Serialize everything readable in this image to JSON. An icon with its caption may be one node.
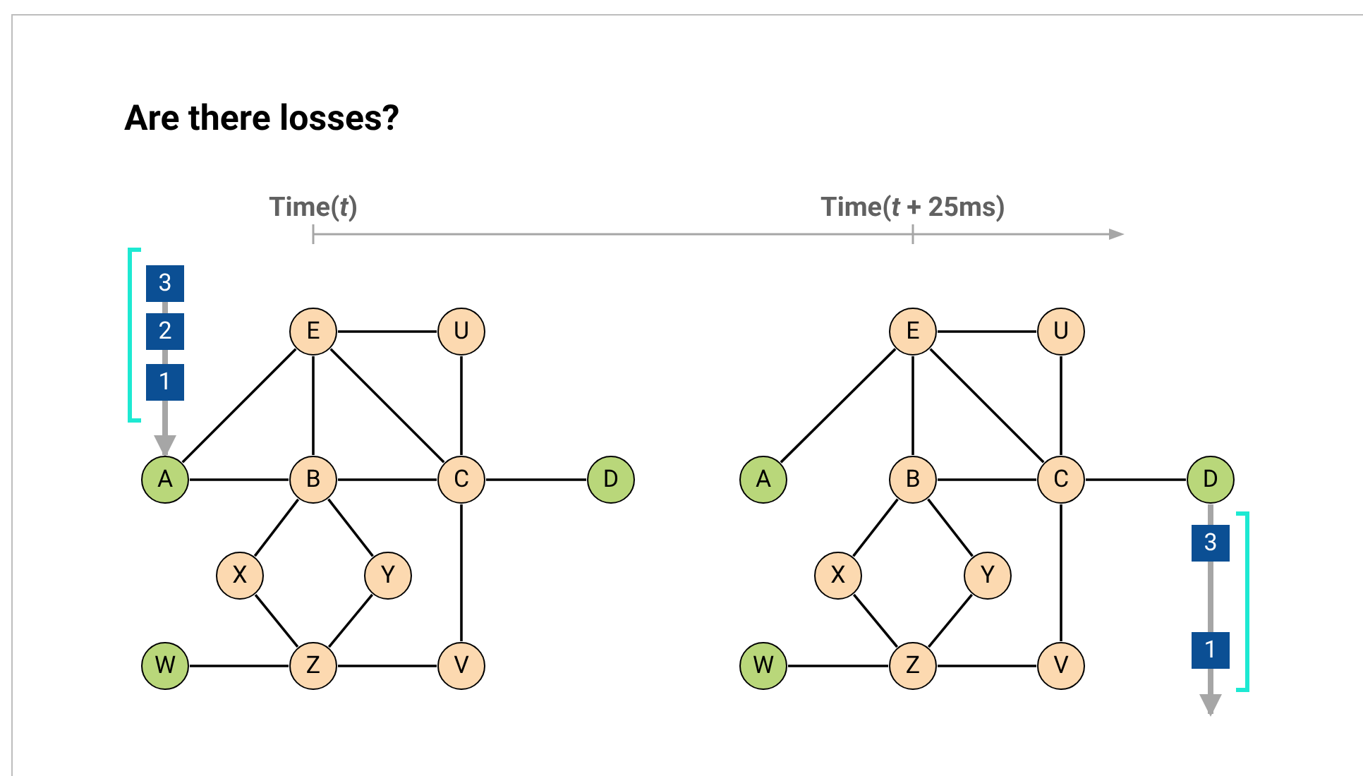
{
  "diagram": {
    "title": "Are there losses?",
    "nodes": [
      {
        "text": [
          "E"
        ]
      },
      {
        "text": [
          "U"
        ]
      },
      {
        "text": [
          "A"
        ]
      },
      {
        "text": [
          "B"
        ]
      },
      {
        "text": [
          "C"
        ]
      },
      {
        "text": [
          "D"
        ]
      },
      {
        "text": [
          "X"
        ]
      },
      {
        "text": [
          "Y"
        ]
      },
      {
        "text": [
          "W"
        ]
      },
      {
        "text": [
          "Z"
        ]
      },
      {
        "text": [
          "V"
        ]
      },
      {
        "text": [
          "E"
        ]
      },
      {
        "text": [
          "U"
        ]
      },
      {
        "text": [
          "A"
        ]
      },
      {
        "text": [
          "B"
        ]
      },
      {
        "text": [
          "C"
        ]
      },
      {
        "text": [
          "D"
        ]
      },
      {
        "text": [
          "X"
        ]
      },
      {
        "text": [
          "Y"
        ]
      },
      {
        "text": [
          "W"
        ]
      },
      {
        "text": [
          "Z"
        ]
      },
      {
        "text": [
          "V"
        ]
      },
      {
        "text": [
          "3"
        ]
      },
      {
        "text": [
          "2"
        ]
      },
      {
        "text": [
          "1"
        ]
      },
      {
        "text": [
          "3"
        ]
      },
      {
        "text": [
          "1"
        ]
      }
    ],
    "edges": [
      {
        "from": 0,
        "to": 1,
        "arrow": "none"
      },
      {
        "from": 0,
        "to": 2,
        "arrow": "none"
      },
      {
        "from": 0,
        "to": 3,
        "arrow": "none"
      },
      {
        "from": 0,
        "to": 4,
        "arrow": "none"
      },
      {
        "from": 1,
        "to": 4,
        "arrow": "none"
      },
      {
        "from": 2,
        "to": 3,
        "arrow": "none"
      },
      {
        "from": 3,
        "to": 4,
        "arrow": "none"
      },
      {
        "from": 4,
        "to": 5,
        "arrow": "none"
      },
      {
        "from": 3,
        "to": 6,
        "arrow": "none"
      },
      {
        "from": 3,
        "to": 7,
        "arrow": "none"
      },
      {
        "from": 6,
        "to": 9,
        "arrow": "none"
      },
      {
        "from": 7,
        "to": 9,
        "arrow": "none"
      },
      {
        "from": 8,
        "to": 9,
        "arrow": "none"
      },
      {
        "from": 9,
        "to": 10,
        "arrow": "none"
      },
      {
        "from": 4,
        "to": 10,
        "arrow": "none"
      },
      {
        "from": 11,
        "to": 12,
        "arrow": "none"
      },
      {
        "from": 11,
        "to": 13,
        "arrow": "none"
      },
      {
        "from": 11,
        "to": 14,
        "arrow": "none"
      },
      {
        "from": 11,
        "to": 15,
        "arrow": "none"
      },
      {
        "from": 12,
        "to": 15,
        "arrow": "none"
      },
      {
        "from": 14,
        "to": 15,
        "arrow": "none"
      },
      {
        "from": 15,
        "to": 16,
        "arrow": "none"
      },
      {
        "from": 14,
        "to": 17,
        "arrow": "none"
      },
      {
        "from": 14,
        "to": 18,
        "arrow": "none"
      },
      {
        "from": 17,
        "to": 20,
        "arrow": "none"
      },
      {
        "from": 18,
        "to": 20,
        "arrow": "none"
      },
      {
        "from": 19,
        "to": 20,
        "arrow": "none"
      },
      {
        "from": 20,
        "to": 21,
        "arrow": "none"
      },
      {
        "from": 15,
        "to": 21,
        "arrow": "none"
      },
      {
        "from": 24,
        "to": 2,
        "arrow": "to",
        "style": "thick",
        "color": "#a6a6a6"
      },
      {
        "from": 26,
        "to": null,
        "arrow": "to",
        "style": "thick",
        "color": "#a6a6a6"
      },
      {
        "from": 22,
        "to": 23,
        "arrow": "none",
        "style": "thick",
        "color": "#a6a6a6"
      },
      {
        "from": 23,
        "to": 24,
        "arrow": "none",
        "style": "thick",
        "color": "#a6a6a6"
      },
      {
        "from": 16,
        "to": 25,
        "arrow": "none",
        "style": "thick",
        "color": "#a6a6a6"
      },
      {
        "from": 25,
        "to": 26,
        "arrow": "none",
        "style": "thick",
        "color": "#a6a6a6"
      }
    ],
    "labels": [
      "Time(*t*)",
      "Time(*t* + 25ms)"
    ]
  }
}
